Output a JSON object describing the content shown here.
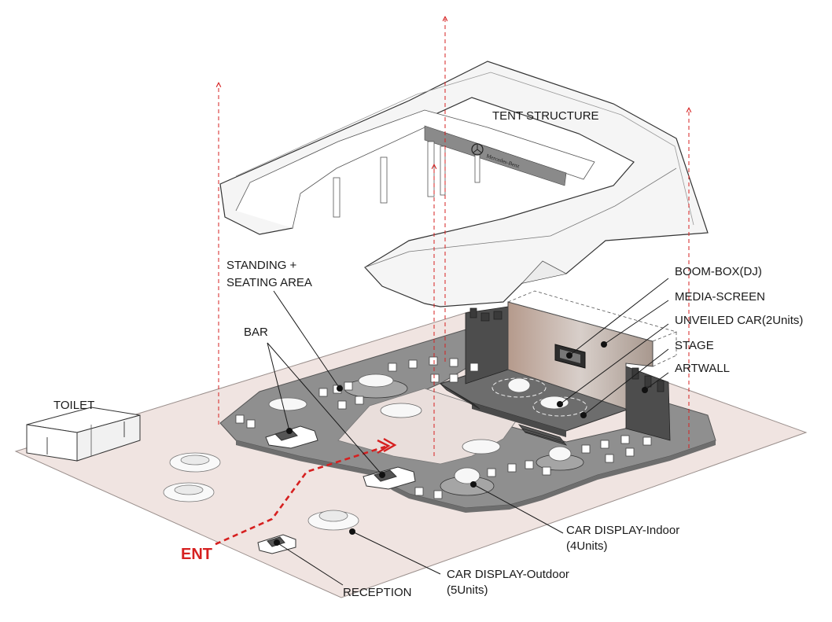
{
  "labels": {
    "tent_structure": "TENT STRUCTURE",
    "standing_line1": "STANDING +",
    "standing_line2": "SEATING AREA",
    "bar": "BAR",
    "toilet": "TOILET",
    "boom_box": "BOOM-BOX(DJ)",
    "media_screen": "MEDIA-SCREEN",
    "unveiled_car": "UNVEILED CAR(2Units)",
    "stage": "STAGE",
    "artwall": "ARTWALL",
    "car_indoor_line1": "CAR DISPLAY-Indoor",
    "car_indoor_line2": "(4Units)",
    "car_outdoor_line1": "CAR DISPLAY-Outdoor",
    "car_outdoor_line2": "(5Units)",
    "reception": "RECEPTION",
    "entrance": "ENT",
    "brand_sign": "Mercedes-Benz"
  },
  "colors": {
    "ground": "#f0e4e1",
    "floor": "#8f8f8f",
    "tent": "#f4f4f4",
    "accent_red": "#d62020",
    "line": "#1a1a1a"
  }
}
